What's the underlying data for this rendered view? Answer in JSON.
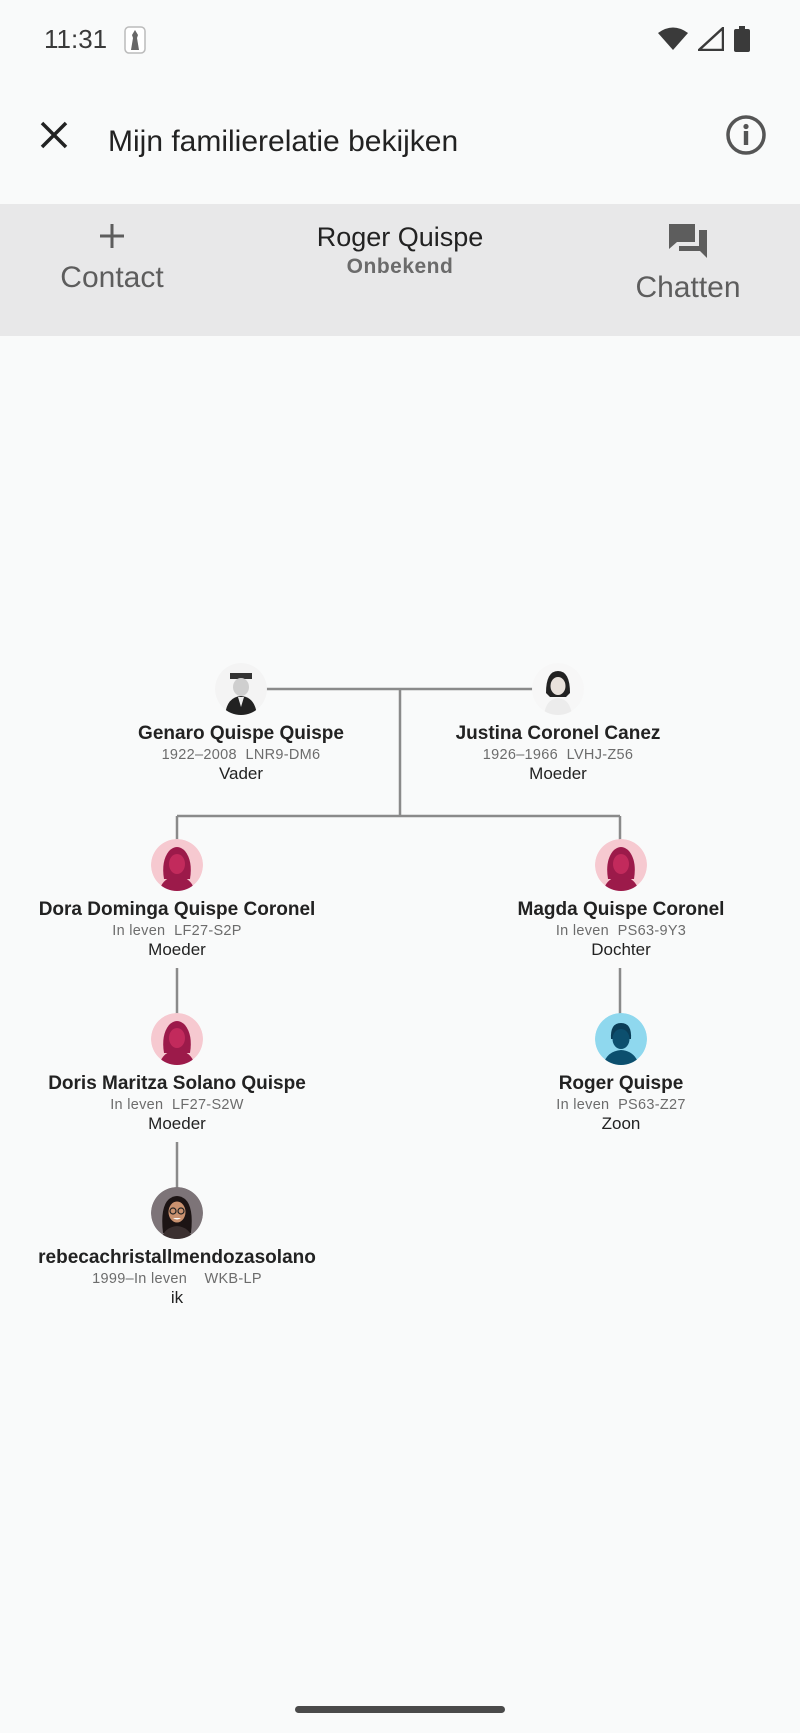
{
  "status_bar": {
    "time": "11:31"
  },
  "app_bar": {
    "title": "Mijn familierelatie bekijken"
  },
  "contact_band": {
    "contact_label": "Contact",
    "chat_label": "Chatten",
    "person_name": "Roger Quispe",
    "person_status": "Onbekend"
  },
  "people": {
    "genaro": {
      "name": "Genaro Quispe Quispe",
      "meta": "1922–2008  LNR9-DM6",
      "relation": "Vader"
    },
    "justina": {
      "name": "Justina Coronel Canez",
      "meta": "1926–1966  LVHJ-Z56",
      "relation": "Moeder"
    },
    "dora": {
      "name": "Dora Dominga Quispe Coronel",
      "meta": "In leven  LF27-S2P",
      "relation": "Moeder"
    },
    "magda": {
      "name": "Magda Quispe Coronel",
      "meta": "In leven  PS63-9Y3",
      "relation": "Dochter"
    },
    "doris": {
      "name": "Doris Maritza Solano Quispe",
      "meta": "In leven  LF27-S2W",
      "relation": "Moeder"
    },
    "roger": {
      "name": "Roger Quispe",
      "meta": "In leven  PS63-Z27",
      "relation": "Zoon"
    },
    "rebeca": {
      "name": "rebecachristallmendozasolano",
      "meta": "1999–In leven    WKB-LP",
      "relation": "ik"
    }
  },
  "colors": {
    "female_avatar_bg": "#f6c9d0",
    "female_avatar_fg": "#9c1a4a",
    "male_avatar_bg": "#8fd8ee",
    "male_avatar_fg": "#0c4f6e",
    "connector": "#8a8a8a",
    "band_bg": "#e8e8e9"
  },
  "icons": {
    "close": "close-icon",
    "info": "info-icon",
    "add": "plus-icon",
    "chat": "chat-icon"
  }
}
